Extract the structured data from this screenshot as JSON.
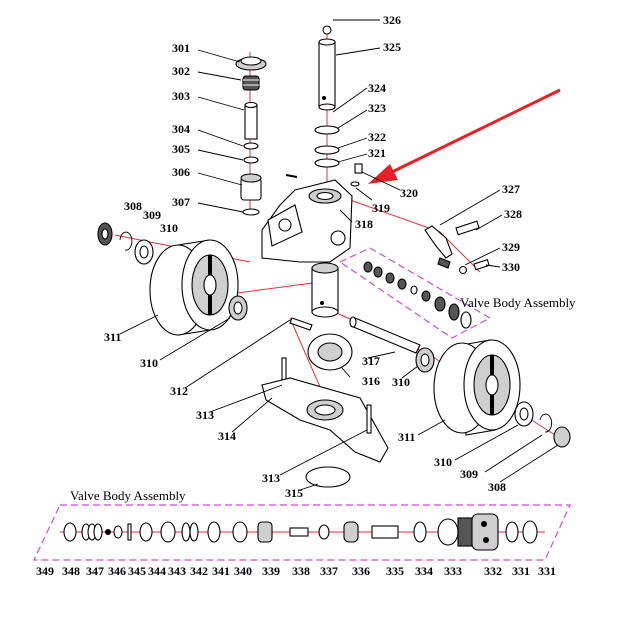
{
  "diagram": {
    "assembly_labels": {
      "upper": "Valve Body Assembly",
      "lower": "Valve Body Assembly"
    },
    "callouts": {
      "p301": "301",
      "p302": "302",
      "p303": "303",
      "p304": "304",
      "p305": "305",
      "p306": "306",
      "p307": "307",
      "p308a": "308",
      "p309a": "309",
      "p310a": "310",
      "p311a": "311",
      "p310b": "310",
      "p312": "312",
      "p313a": "313",
      "p314": "314",
      "p313b": "313",
      "p315": "315",
      "p316": "316",
      "p317": "317",
      "p310c": "310",
      "p311b": "311",
      "p310d": "310",
      "p309b": "309",
      "p308b": "308",
      "p318": "318",
      "p319": "319",
      "p320": "320",
      "p321": "321",
      "p322": "322",
      "p323": "323",
      "p324": "324",
      "p325": "325",
      "p326": "326",
      "p327": "327",
      "p328": "328",
      "p329": "329",
      "p330": "330",
      "p349": "349",
      "p348": "348",
      "p347": "347",
      "p346": "346",
      "p345": "345",
      "p344": "344",
      "p343": "343",
      "p342": "342",
      "p341": "341",
      "p340": "340",
      "p339": "339",
      "p338": "338",
      "p337": "337",
      "p336": "336",
      "p335": "335",
      "p334": "334",
      "p333": "333",
      "p332": "332",
      "p331a": "331",
      "p331b": "331"
    },
    "colors": {
      "parts": "#000000",
      "axis_lines": "#e0303a",
      "assembly_dash": "#d24bd2",
      "pointer_arrow": "#e8202a"
    }
  }
}
